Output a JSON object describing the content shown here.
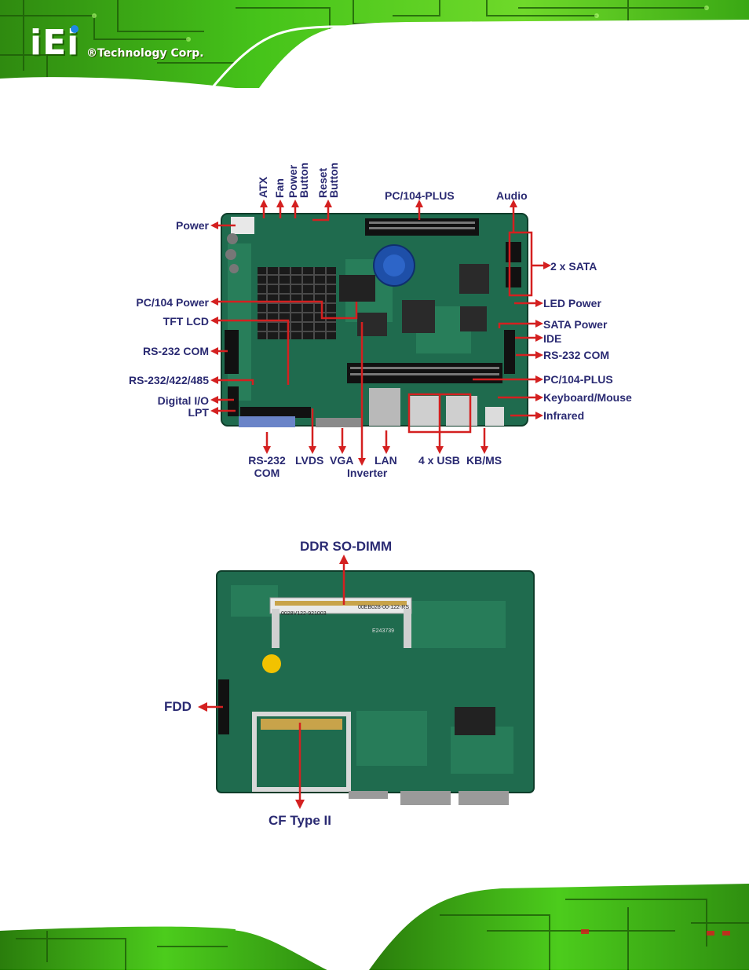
{
  "header": {
    "logo_mark": "iEi",
    "company": "®Technology Corp."
  },
  "figure_top": {
    "labels_top": [
      "ATX",
      "Fan",
      "Power",
      "Button",
      "Reset",
      "Button",
      "PC/104-PLUS",
      "Audio"
    ],
    "labels_left": [
      "Power",
      "PC/104 Power",
      "TFT LCD",
      "RS-232 COM",
      "RS-232/422/485",
      "Digital I/O",
      "LPT"
    ],
    "labels_right": [
      "2 x SATA",
      "LED Power",
      "SATA Power",
      "IDE",
      "RS-232 COM",
      "PC/104-PLUS",
      "Keyboard/Mouse",
      "Infrared"
    ],
    "labels_bottom": [
      "RS-232",
      "COM",
      "LVDS",
      "VGA",
      "LAN",
      "Inverter",
      "4 x USB",
      "KB/MS"
    ]
  },
  "figure_bottom": {
    "top_label": "DDR SO-DIMM",
    "left_label": "FDD",
    "bottom_label": "CF Type II",
    "board_text": [
      "0028V122-921003",
      "00EB028-00-122-RS",
      "E243739"
    ]
  },
  "colors": {
    "label": "#2a2a72",
    "arrow": "#d42020",
    "pcb": "#1f6b4e",
    "circuit_green": "#3fbf1a"
  }
}
